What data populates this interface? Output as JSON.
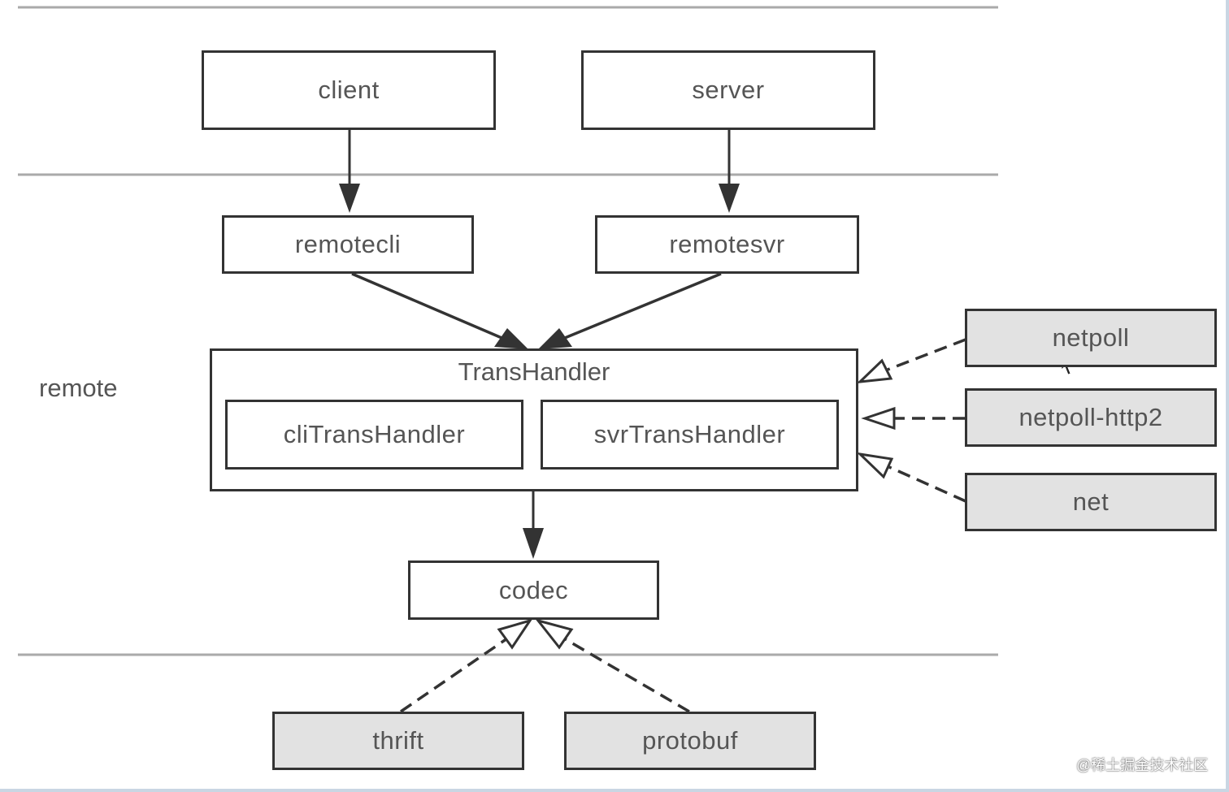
{
  "layers": {
    "remote_label": "remote"
  },
  "nodes": {
    "client": "client",
    "server": "server",
    "remotecli": "remotecli",
    "remotesvr": "remotesvr",
    "transhandler_title": "TransHandler",
    "clitranshandler": "cliTransHandler",
    "svrtranshandler": "svrTransHandler",
    "codec": "codec",
    "netpoll": "netpoll",
    "netpoll_http2": "netpoll-http2",
    "net": "net",
    "thrift": "thrift",
    "protobuf": "protobuf"
  },
  "watermark": "@稀土掘金技术社区",
  "colors": {
    "line": "#333333",
    "separator": "#aaaaaa",
    "impl_fill": "#e2e2e2",
    "text": "#555555"
  }
}
